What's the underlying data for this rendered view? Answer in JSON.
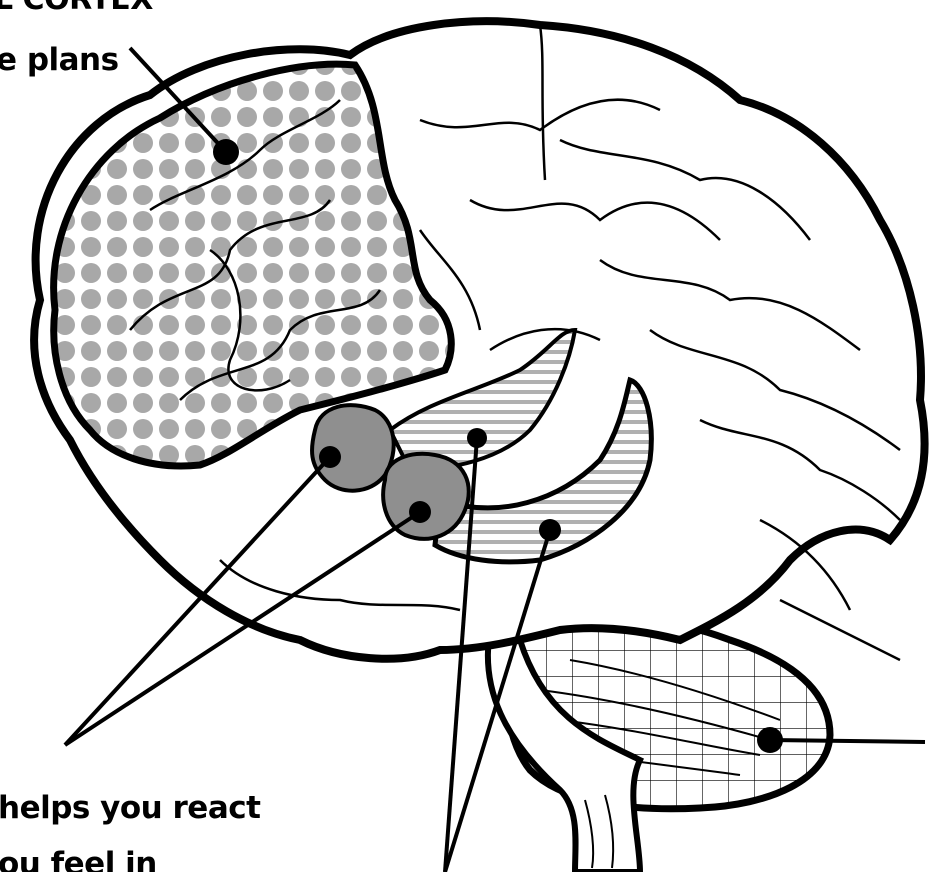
{
  "labels": {
    "prefrontal_line1": "L CORTEX",
    "prefrontal_line2": "e plans",
    "amygdala_line1": "helps you react",
    "amygdala_line2": "ou feel in"
  },
  "colors": {
    "outline": "#000000",
    "background": "#ffffff",
    "dot_pattern": "#a8a8a8",
    "amygdala_fill": "#8f8f8f",
    "stripe_pattern": "#b0b0b0"
  },
  "regions": [
    "prefrontal-cortex",
    "amygdala",
    "hippocampus",
    "cerebellum",
    "brainstem"
  ]
}
